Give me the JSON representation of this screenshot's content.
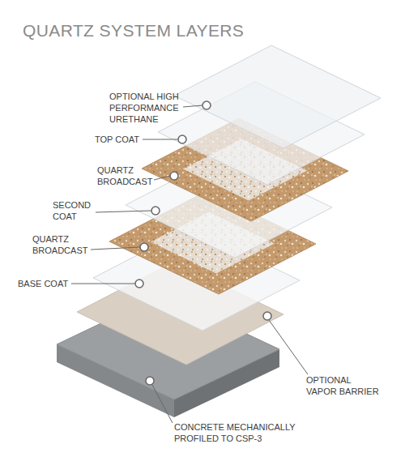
{
  "diagram": {
    "title": "QUARTZ SYSTEM LAYERS",
    "labels": [
      "OPTIONAL HIGH PERFORMANCE URETHANE",
      "TOP COAT",
      "QUARTZ BROADCAST",
      "SECOND COAT",
      "QUARTZ BROADCAST",
      "BASE COAT",
      "OPTIONAL VAPOR BARRIER",
      "CONCRETE MECHANICALLY PROFILED TO CSP-3"
    ]
  }
}
